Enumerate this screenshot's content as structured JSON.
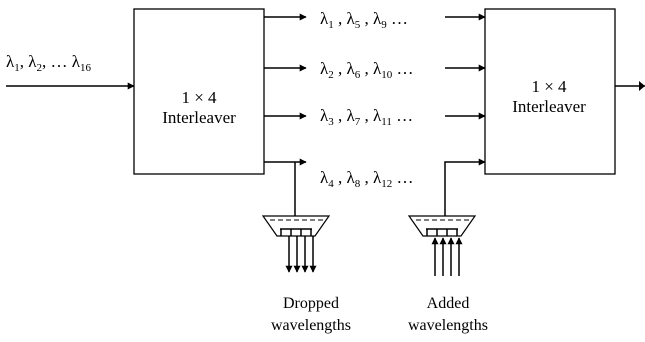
{
  "input_label": "λ1, λ2, … λ16",
  "input_text": {
    "l1": "λ",
    "s1": "1",
    "c1": ", ",
    "l2": "λ",
    "s2": "2",
    "c2": ", … ",
    "l3": "λ",
    "s3": "16"
  },
  "left_block": {
    "line1": "1 × 4",
    "line2": "Interleaver"
  },
  "right_block": {
    "line1": "1 × 4",
    "line2": "Interleaver"
  },
  "channels": [
    {
      "label": "λ1 , λ5 , λ9 …",
      "p": [
        "λ",
        "1",
        " , λ",
        "5",
        " , λ",
        "9",
        " …"
      ]
    },
    {
      "label": "λ2 , λ6 , λ10 …",
      "p": [
        "λ",
        "2",
        " , λ",
        "6",
        " , λ",
        "10",
        " …"
      ]
    },
    {
      "label": "λ3 , λ7 , λ11 …",
      "p": [
        "λ",
        "3",
        " , λ",
        "7",
        " , λ",
        "11",
        " …"
      ]
    },
    {
      "label": "λ4 , λ8 , λ12 …",
      "p": [
        "λ",
        "4",
        " , λ",
        "8",
        " , λ",
        "12",
        " …"
      ]
    }
  ],
  "drop_label": {
    "line1": "Dropped",
    "line2": "wavelengths"
  },
  "add_label": {
    "line1": "Added",
    "line2": "wavelengths"
  },
  "colors": {
    "stroke": "#000000",
    "background": "#ffffff"
  }
}
